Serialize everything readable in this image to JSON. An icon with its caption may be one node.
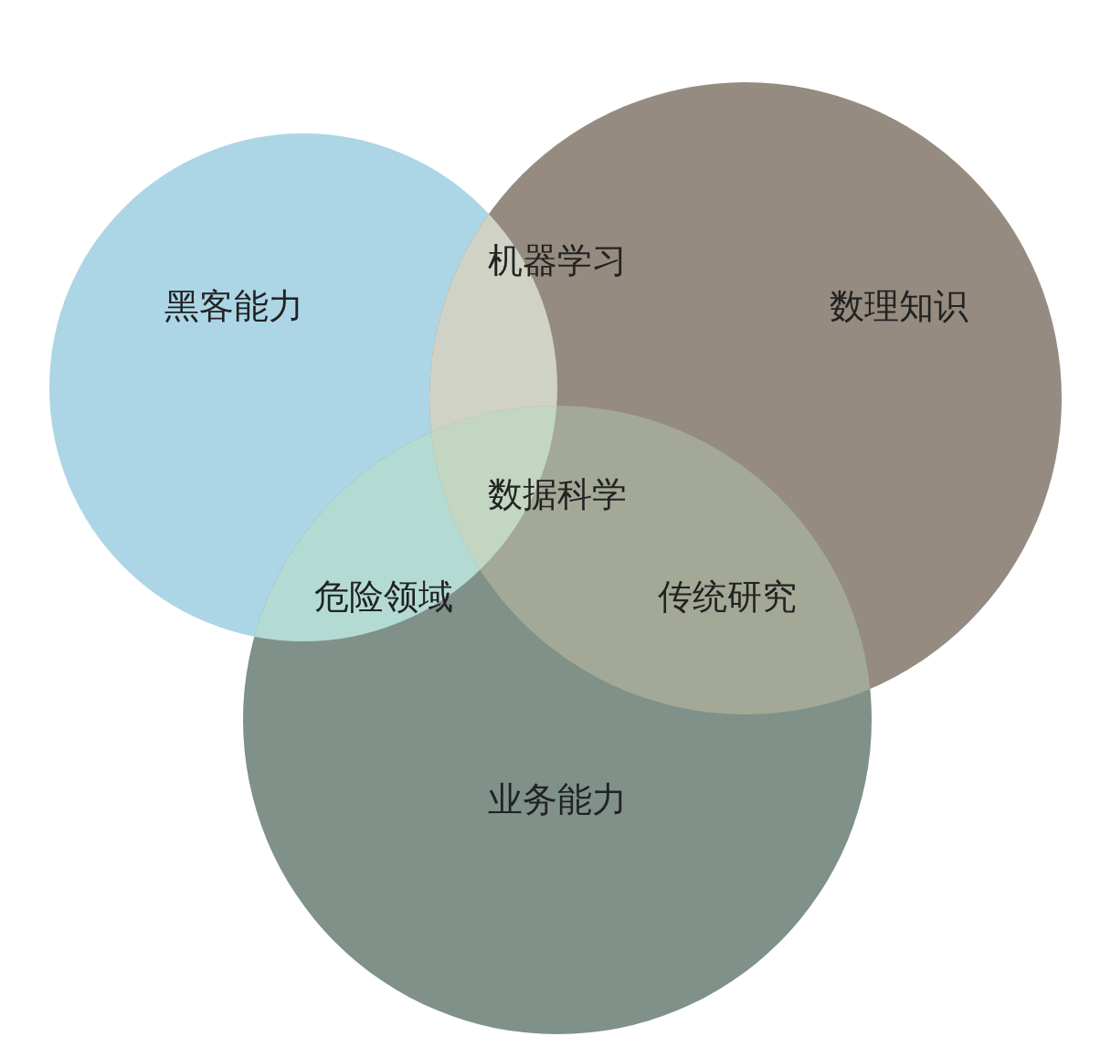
{
  "diagram": {
    "nodes": [
      {
        "text": [
          "黑客能力"
        ]
      },
      {
        "text": [
          "数理知识"
        ]
      },
      {
        "text": [
          "业务能力"
        ]
      }
    ],
    "labels": [
      "机器学习",
      "数据科学",
      "危险领域",
      "传统研究"
    ]
  }
}
